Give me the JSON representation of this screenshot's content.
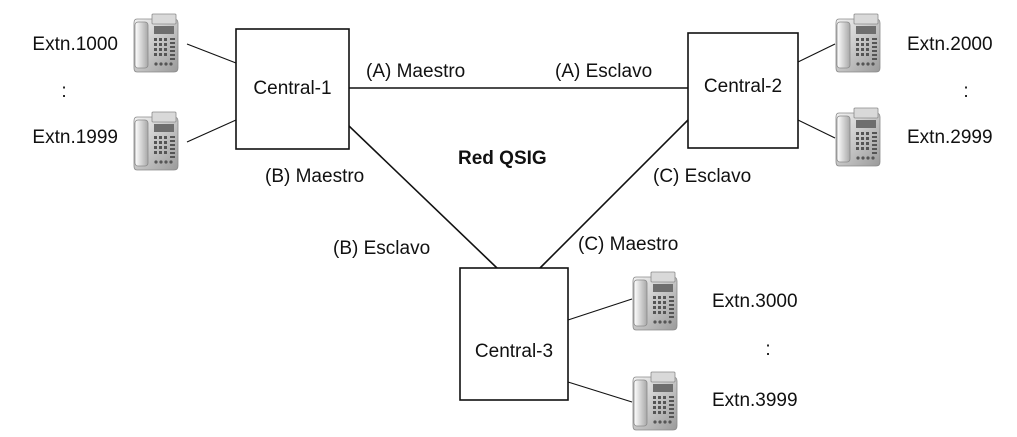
{
  "network_label": "Red QSIG",
  "pbx": {
    "central1": "Central-1",
    "central2": "Central-2",
    "central3": "Central-3"
  },
  "links": {
    "a_master": "(A) Maestro",
    "a_slave": "(A) Esclavo",
    "b_master": "(B) Maestro",
    "b_slave": "(B) Esclavo",
    "c_master": "(C) Maestro",
    "c_slave": "(C) Esclavo"
  },
  "extensions": {
    "central1_first": "Extn.1000",
    "central1_last": "Extn.1999",
    "central2_first": "Extn.2000",
    "central2_last": "Extn.2999",
    "central3_first": "Extn.3000",
    "central3_last": "Extn.3999",
    "ellipsis": ":"
  },
  "icons": {
    "phone": "desk-telephone-icon"
  }
}
